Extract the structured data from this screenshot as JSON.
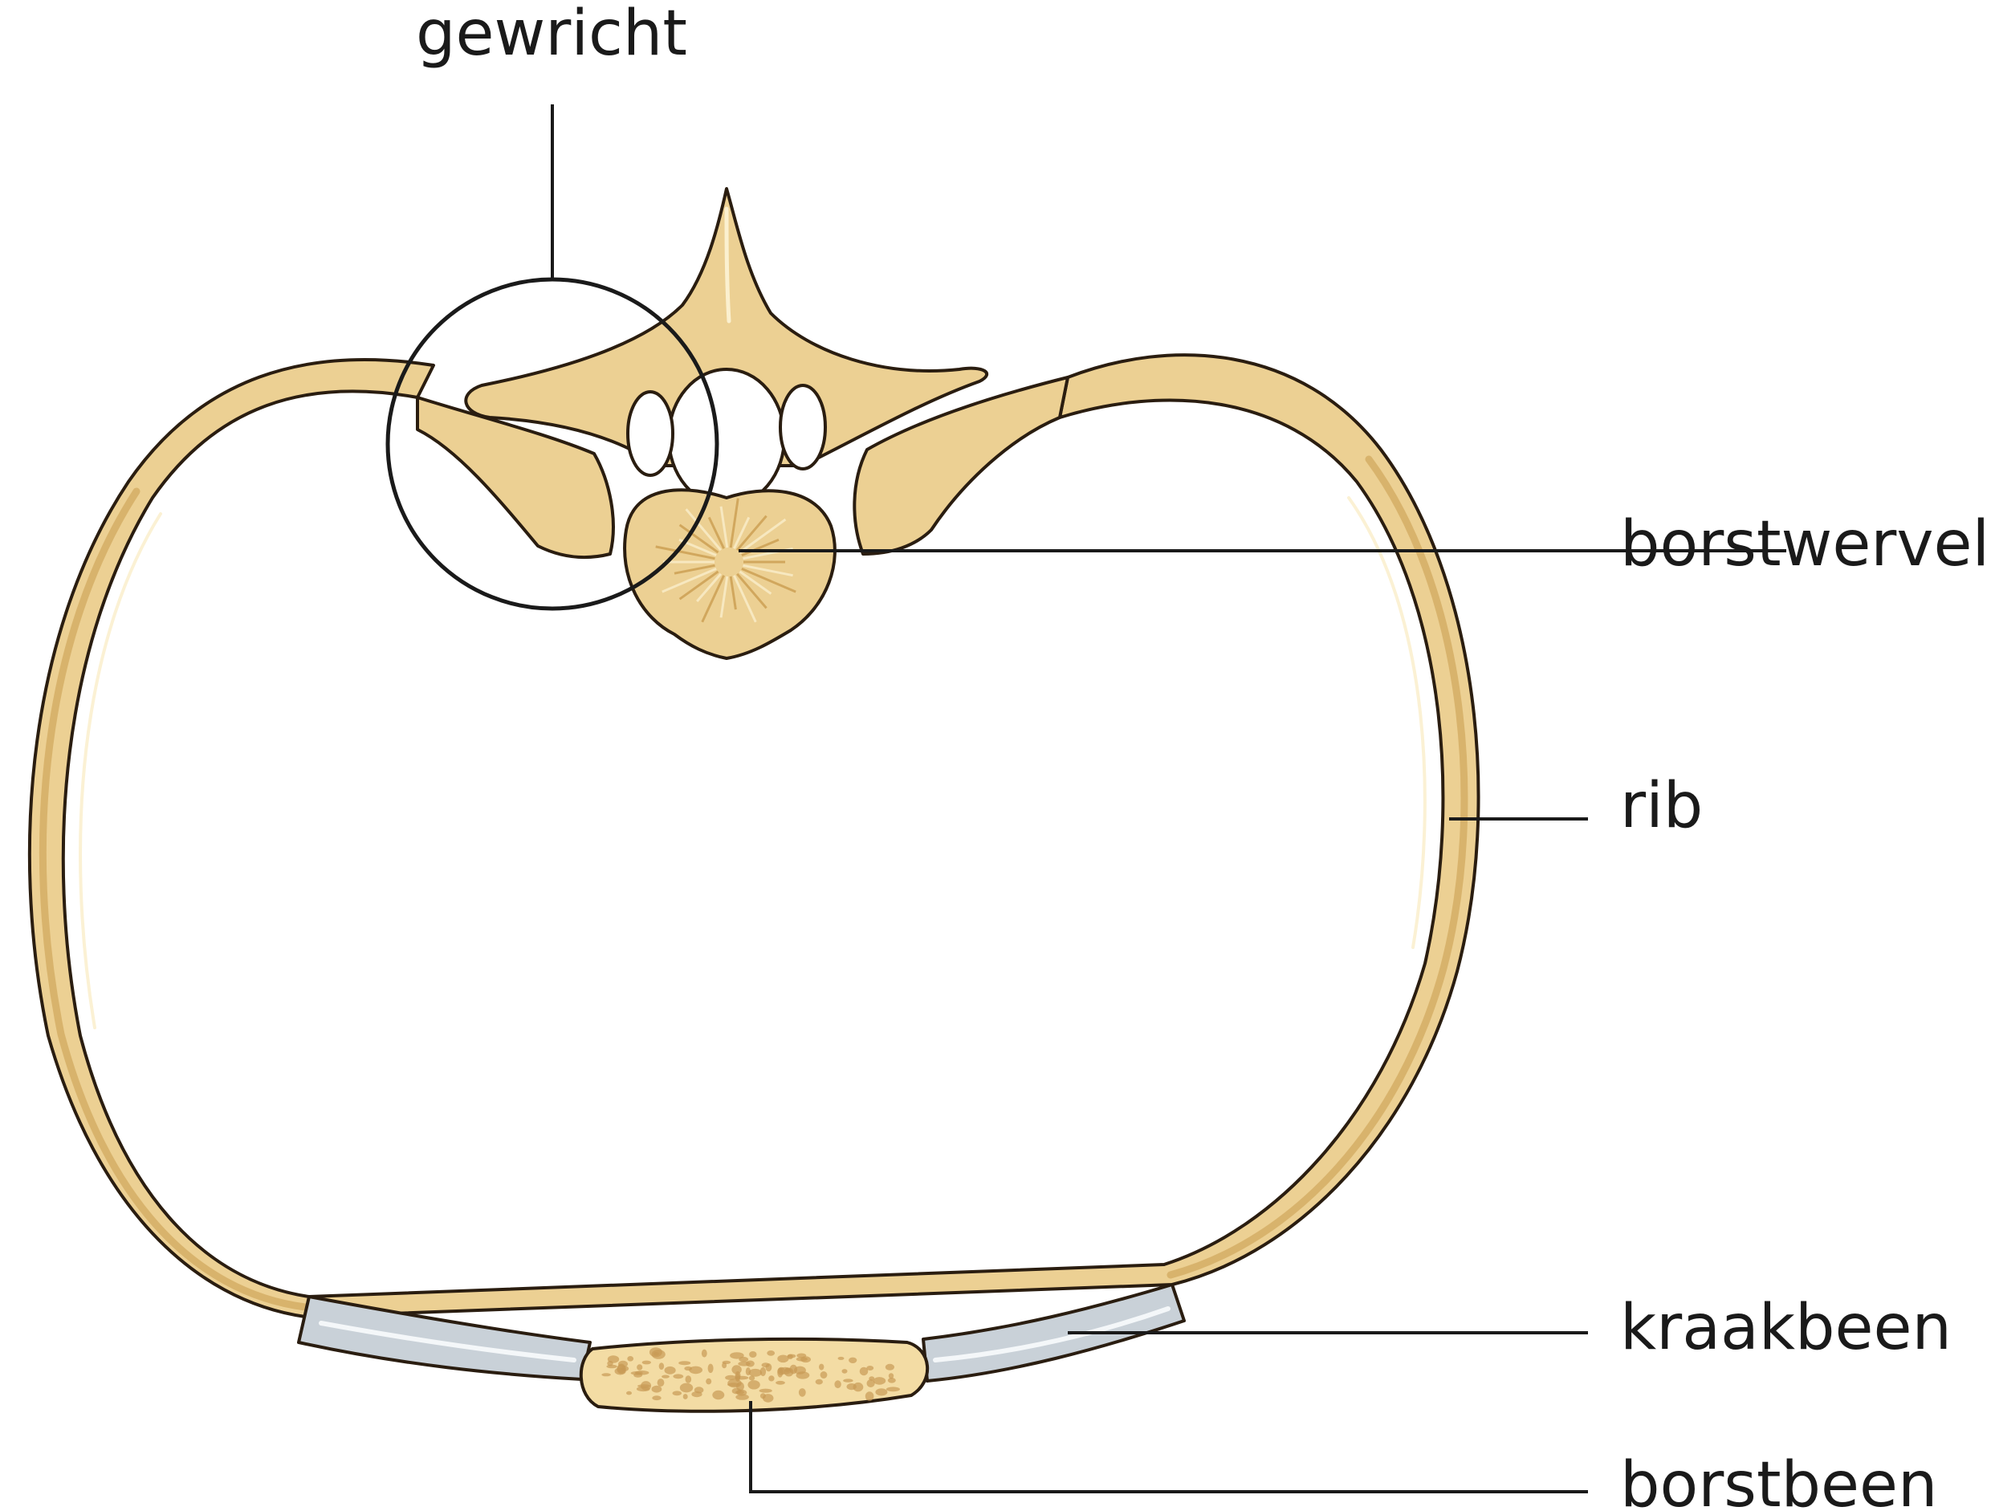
{
  "labels": {
    "joint": "gewricht",
    "vertebra": "borstwervel",
    "rib": "rib",
    "cartilage": "kraakbeen",
    "sternum": "borstbeen"
  },
  "colors": {
    "bone": "#ecd093",
    "bone_shadow": "#c99a4c",
    "bone_highlight": "#fbf0cf",
    "cartilage": "#c9d1d8",
    "cartilage_highlight": "#f4f7f9",
    "sternum": "#f3dca4",
    "sternum_speckle": "#c89a55",
    "outline": "#2a1d10",
    "text": "#1a1a1a"
  }
}
